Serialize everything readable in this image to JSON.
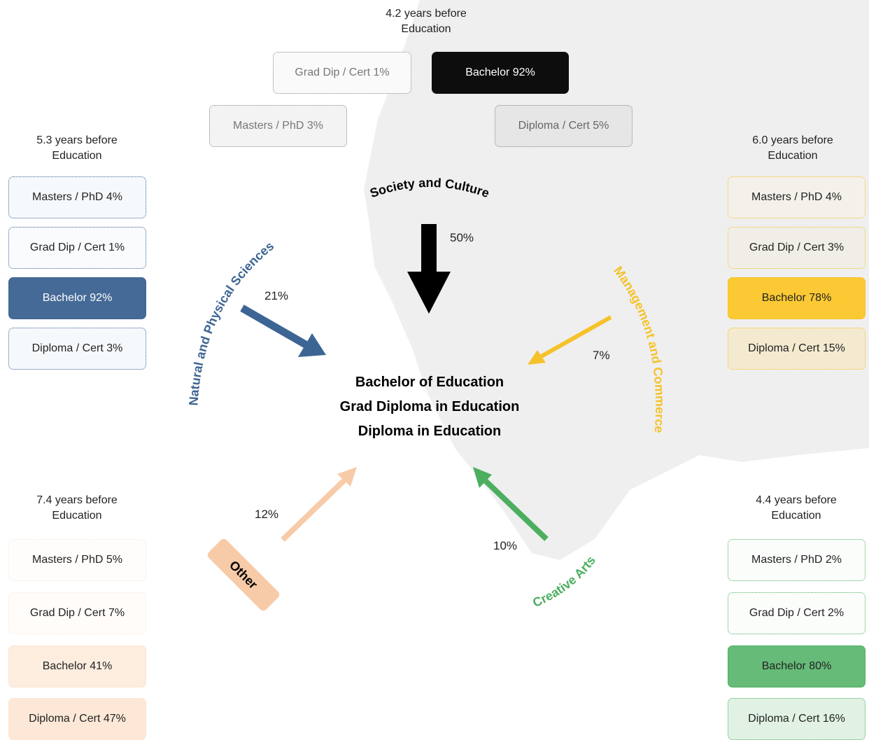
{
  "center": {
    "line1": "Bachelor of Education",
    "line2": "Grad Diploma in Education",
    "line3": "Diploma in Education"
  },
  "fields": {
    "society": {
      "name": "Society and Culture",
      "pct": "50%",
      "color": "#000000",
      "years": "4.2 years before\nEducation",
      "boxes": {
        "grad": "Grad Dip / Cert 1%",
        "bachelor": "Bachelor 92%",
        "masters": "Masters / PhD 3%",
        "diploma": "Diploma / Cert 5%"
      }
    },
    "natural": {
      "name": "Natural and Physical Sciences",
      "pct": "21%",
      "color": "#3d6594",
      "years": "5.3 years before\nEducation",
      "boxes": {
        "masters": "Masters / PhD 4%",
        "grad": "Grad Dip / Cert 1%",
        "bachelor": "Bachelor 92%",
        "diploma": "Diploma / Cert 3%"
      }
    },
    "management": {
      "name": "Management and Commerce",
      "pct": "7%",
      "color": "#f5c22a",
      "years": "6.0 years before\nEducation",
      "boxes": {
        "masters": "Masters / PhD 4%",
        "grad": "Grad Dip / Cert 3%",
        "bachelor": "Bachelor 78%",
        "diploma": "Diploma / Cert 15%"
      }
    },
    "other": {
      "name": "Other",
      "pct": "12%",
      "color": "#f8cba8",
      "years": "7.4 years before\nEducation",
      "boxes": {
        "masters": "Masters / PhD 5%",
        "grad": "Grad Dip / Cert 7%",
        "bachelor": "Bachelor 41%",
        "diploma": "Diploma / Cert 47%"
      }
    },
    "creative": {
      "name": "Creative Arts",
      "pct": "10%",
      "color": "#4caf5f",
      "years": "4.4 years before\nEducation",
      "boxes": {
        "masters": "Masters / PhD 2%",
        "grad": "Grad Dip / Cert 2%",
        "bachelor": "Bachelor 80%",
        "diploma": "Diploma / Cert 16%"
      }
    }
  }
}
